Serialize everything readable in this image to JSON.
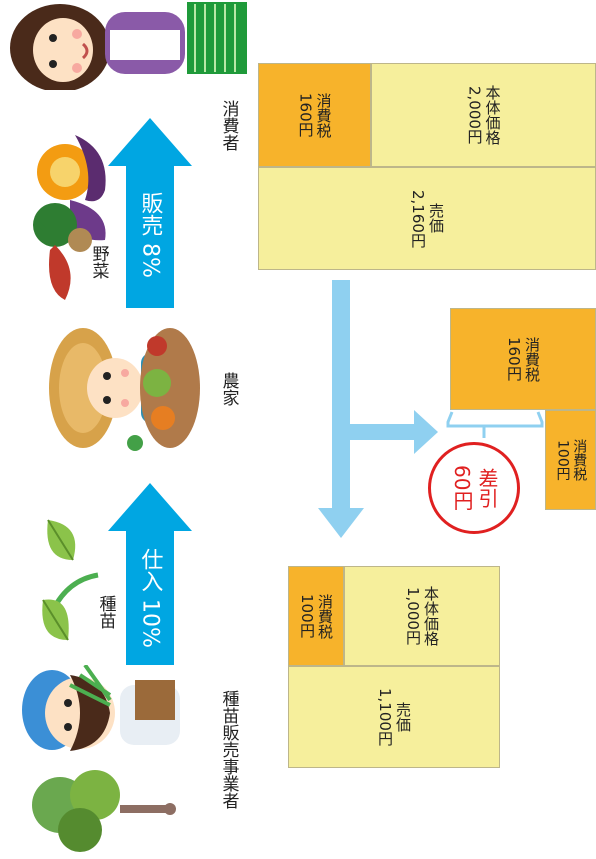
{
  "people": {
    "seller_label": "種苗販売事業者",
    "farmer_label": "農家",
    "consumer_label": "消費者"
  },
  "goods": {
    "seedling_label": "種苗",
    "vegetable_label": "野菜"
  },
  "arrows": {
    "purchase_label": "仕入 10%",
    "sale_label": "販売 8%"
  },
  "bottom_block": {
    "tax_label": "消費税",
    "tax_value": "100円",
    "base_label": "本体価格",
    "base_value": "1,000円",
    "price_label": "売価",
    "price_value": "1,100円"
  },
  "top_block": {
    "tax_label": "消費税",
    "tax_value": "160円",
    "base_label": "本体価格",
    "base_value": "2,000円",
    "price_label": "売価",
    "price_value": "2,160円"
  },
  "deduction": {
    "output_tax_label": "消費税",
    "output_tax_value": "160円",
    "input_tax_label": "消費税",
    "input_tax_value": "100円",
    "result_label": "差引",
    "result_value": "60円"
  },
  "colors": {
    "arrow_blue": "#00a6e2",
    "flow_light_blue": "#8fd0f0",
    "cell_yellow": "#f6ef9c",
    "cell_orange": "#f7b32b",
    "circle_red": "#e02020"
  }
}
